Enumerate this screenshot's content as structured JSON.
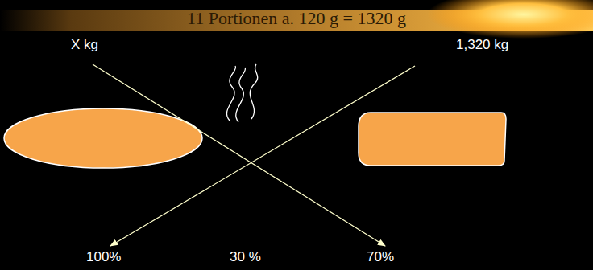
{
  "diagram": {
    "title": "11 Portionen a. 120 g = 1320 g",
    "labels": [
      "X kg",
      "1,320 kg",
      "100%",
      "30 %",
      "70%"
    ]
  }
}
